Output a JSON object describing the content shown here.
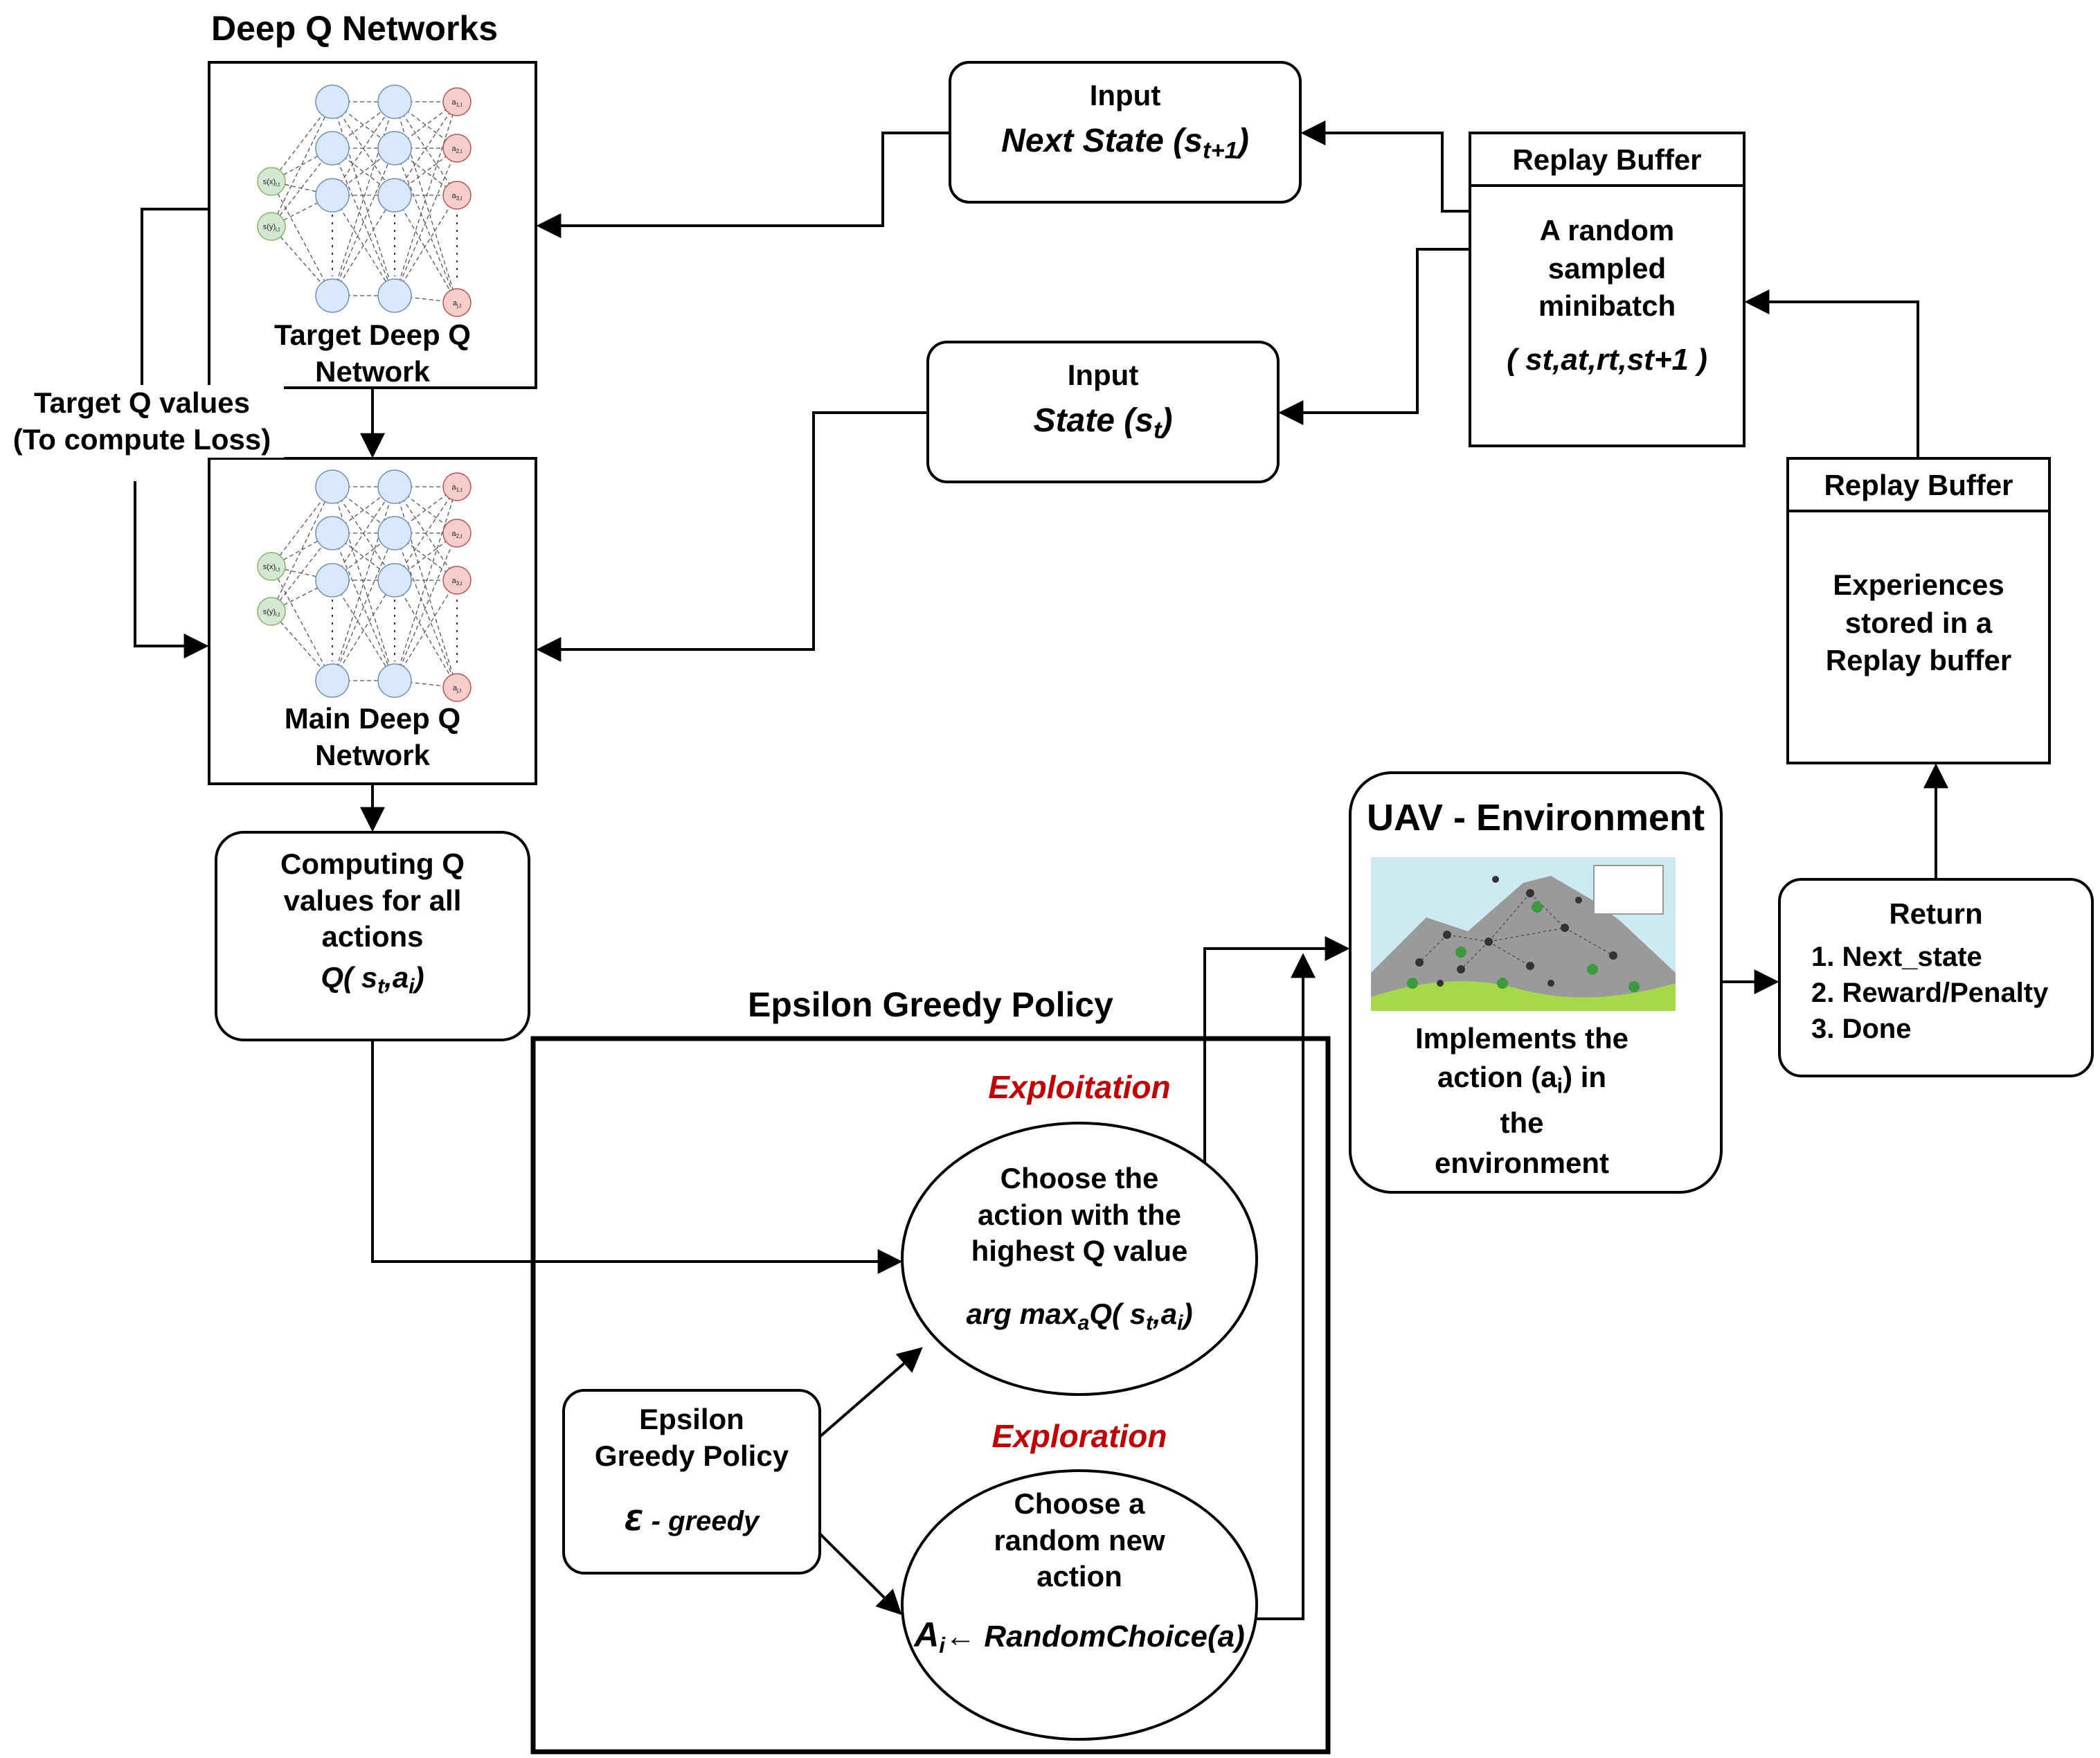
{
  "deep_q": {
    "title": "Deep Q Networks",
    "target_label": [
      "Target Deep Q",
      "Network"
    ],
    "main_label": [
      "Main Deep Q",
      "Network"
    ],
    "target_q_label": [
      "Target Q values",
      "(To compute Loss)"
    ]
  },
  "next_state_box": {
    "line1": "Input",
    "line2_main": "Next State (s",
    "line2_sub": "t+1",
    "line2_end": ")"
  },
  "state_box": {
    "line1": "Input",
    "line2_main": "State (s",
    "line2_sub": "t",
    "line2_end": ")"
  },
  "replay_buffer_top": {
    "header": "Replay Buffer",
    "body": [
      "A random",
      "sampled",
      "minibatch"
    ],
    "tuple": "( st,at,rt,st+1 )"
  },
  "replay_buffer_bottom": {
    "header": "Replay Buffer",
    "body": [
      "Experiences",
      "stored in a",
      "Replay buffer"
    ]
  },
  "compute_q": {
    "lines": [
      "Computing Q",
      "values for all",
      "actions"
    ],
    "formula_a": "Q( s",
    "formula_sub1": "t",
    "formula_b": ",a",
    "formula_sub2": "i",
    "formula_c": ")"
  },
  "epsilon_section": {
    "title": "Epsilon Greedy Policy"
  },
  "epsilon_box": {
    "lines": [
      "Epsilon",
      "Greedy Policy"
    ],
    "formula": "ℇ - greedy"
  },
  "exploitation": {
    "label": "Exploitation",
    "lines": [
      "Choose the",
      "action with the",
      "highest Q value"
    ],
    "formula_a": "arg max",
    "formula_sub0": "a",
    "formula_b": "Q( s",
    "formula_sub1": "t",
    "formula_c": ",a",
    "formula_sub2": "i",
    "formula_d": ")"
  },
  "exploration": {
    "label": "Exploration",
    "lines": [
      "Choose a",
      "random new",
      "action"
    ],
    "formula_a": "A",
    "formula_sub": "i",
    "formula_b": "← RandomChoice(a)"
  },
  "uav": {
    "title": "UAV - Environment",
    "line1_a": "Implements the",
    "line2_a": "action (a",
    "line2_sub": "i",
    "line2_b": ") in",
    "line3": "the",
    "line4": "environment"
  },
  "return_box": {
    "title": "Return",
    "items": [
      "1. Next_state",
      "2. Reward/Penalty",
      "3. Done"
    ]
  },
  "nn": {
    "target_inputs": [
      "s(x)",
      "s(y)"
    ],
    "target_input_subs": [
      "i,t",
      "i,t"
    ],
    "target_outputs": [
      "a",
      "a",
      "a",
      "a"
    ],
    "target_output_subs": [
      "1,t",
      "2,t",
      "3,t",
      "j,t"
    ],
    "main_inputs": [
      "s(x)",
      "s(y)"
    ],
    "main_input_subs": [
      "i,t",
      "i,t"
    ],
    "main_outputs": [
      "a",
      "a",
      "a",
      "a"
    ],
    "main_output_subs": [
      "1,t",
      "2,t",
      "3,t",
      "j,t"
    ]
  },
  "colors": {
    "input_node": "#d5e8d4",
    "input_stroke": "#82b366",
    "hidden_node": "#dae8fc",
    "hidden_stroke": "#6c8ebf",
    "output_node": "#f8cecc",
    "output_stroke": "#b85450",
    "accent_red": "#c00000",
    "sky": "#cde9f2",
    "mountain": "#9a9a9a",
    "grass": "#a6d94a"
  }
}
